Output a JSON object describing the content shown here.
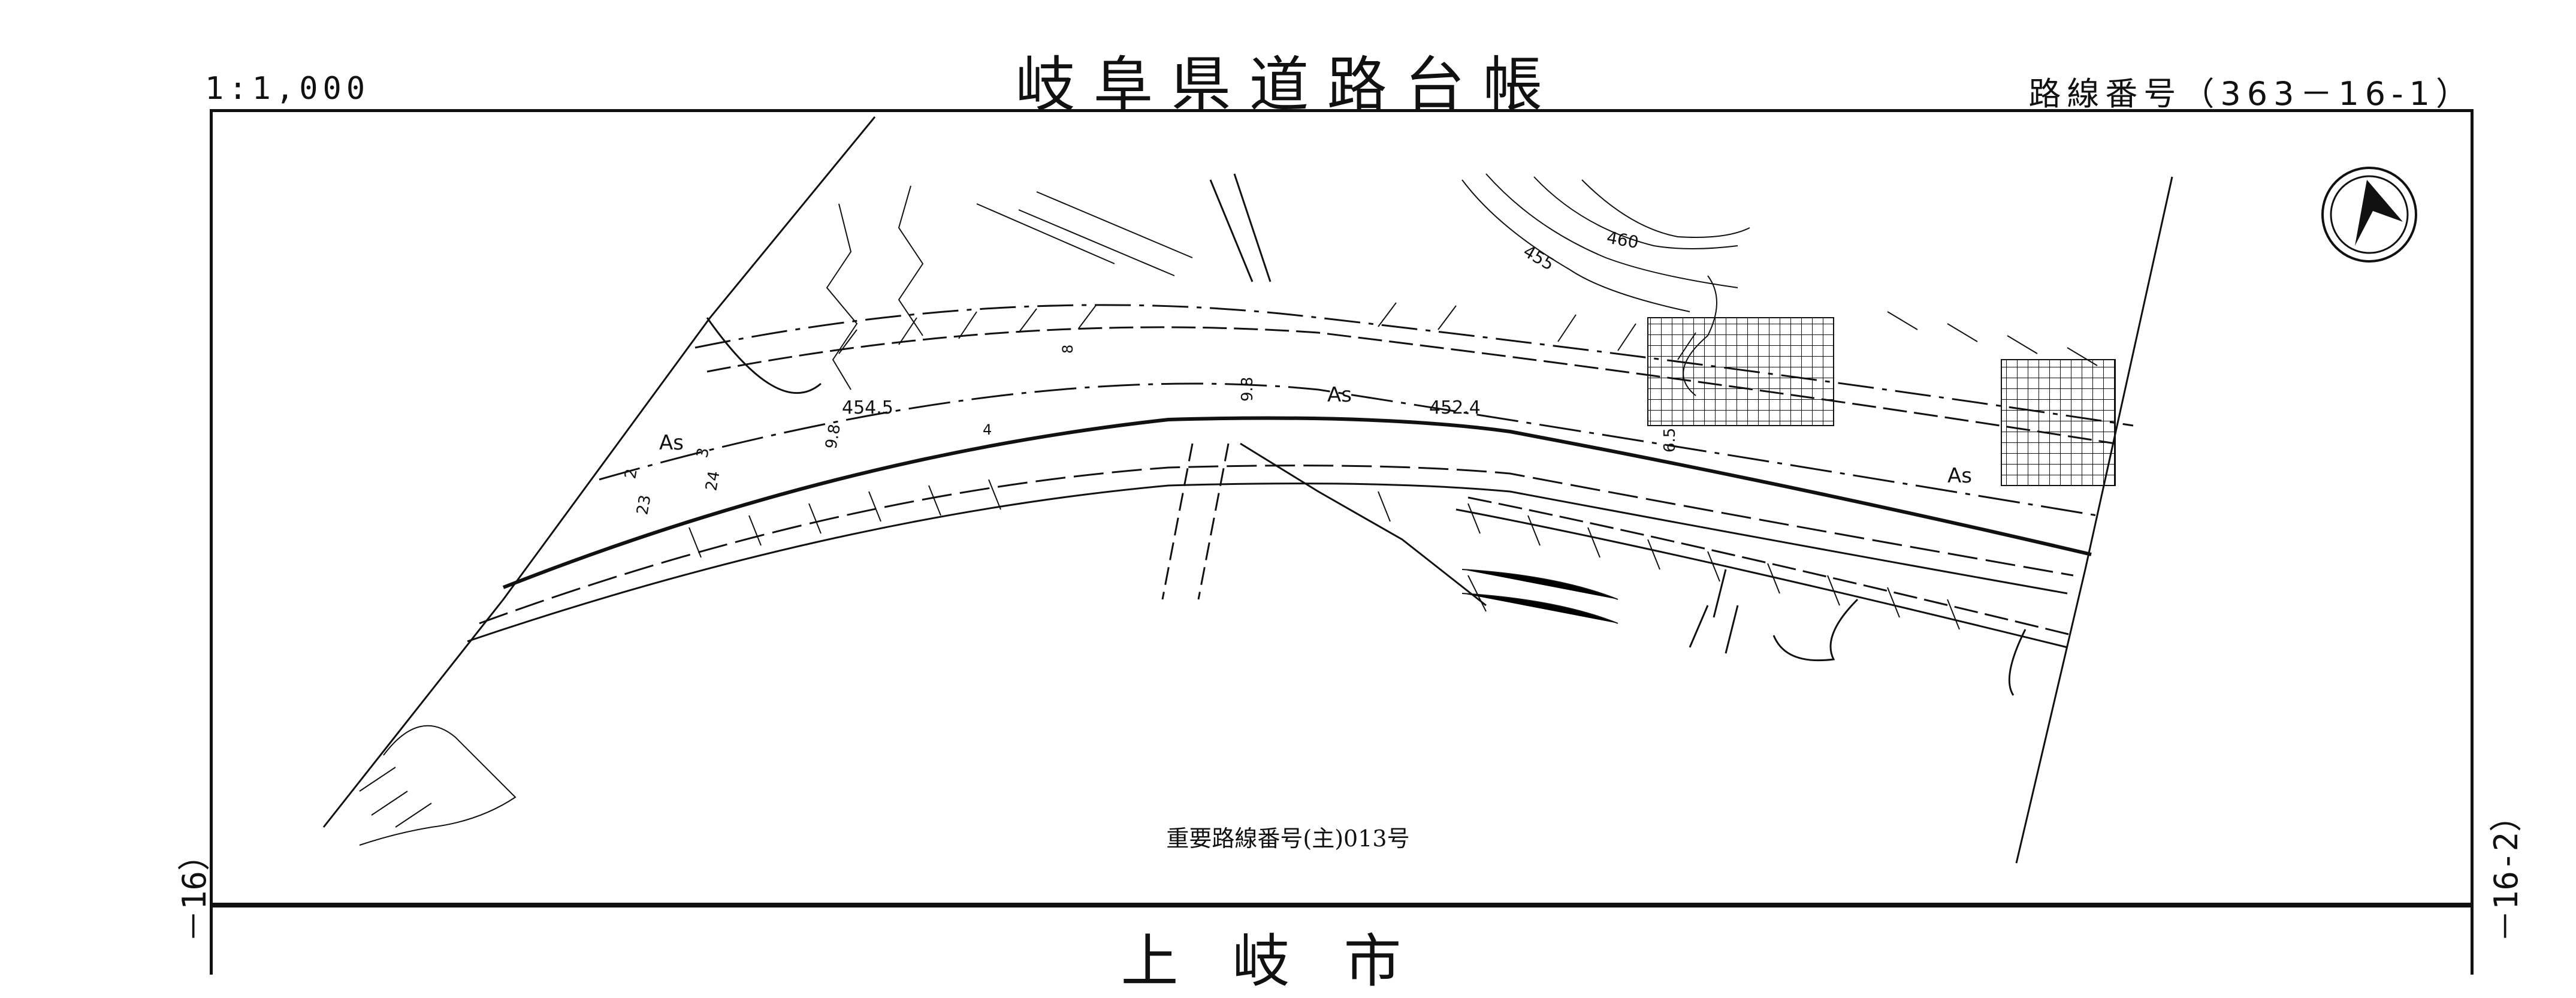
{
  "header": {
    "scale": "1:1,000",
    "title": "岐阜県道路台帳",
    "route_number": "路線番号（363－16-1）"
  },
  "side_labels": {
    "left": "－16）",
    "right": "－16-2）"
  },
  "map": {
    "important_route": "重要路線番号(主)013号",
    "surface_labels": [
      "As",
      "As",
      "As"
    ],
    "elevations": [
      "454.5",
      "452.4"
    ],
    "contours": [
      "455",
      "460"
    ],
    "widths": [
      "9.8",
      "9.8",
      "6.5",
      "3",
      "2",
      "24",
      "23",
      "4",
      "8"
    ],
    "lower_block_text": "上岐市"
  },
  "colors": {
    "line": "#111111",
    "background": "#ffffff"
  }
}
